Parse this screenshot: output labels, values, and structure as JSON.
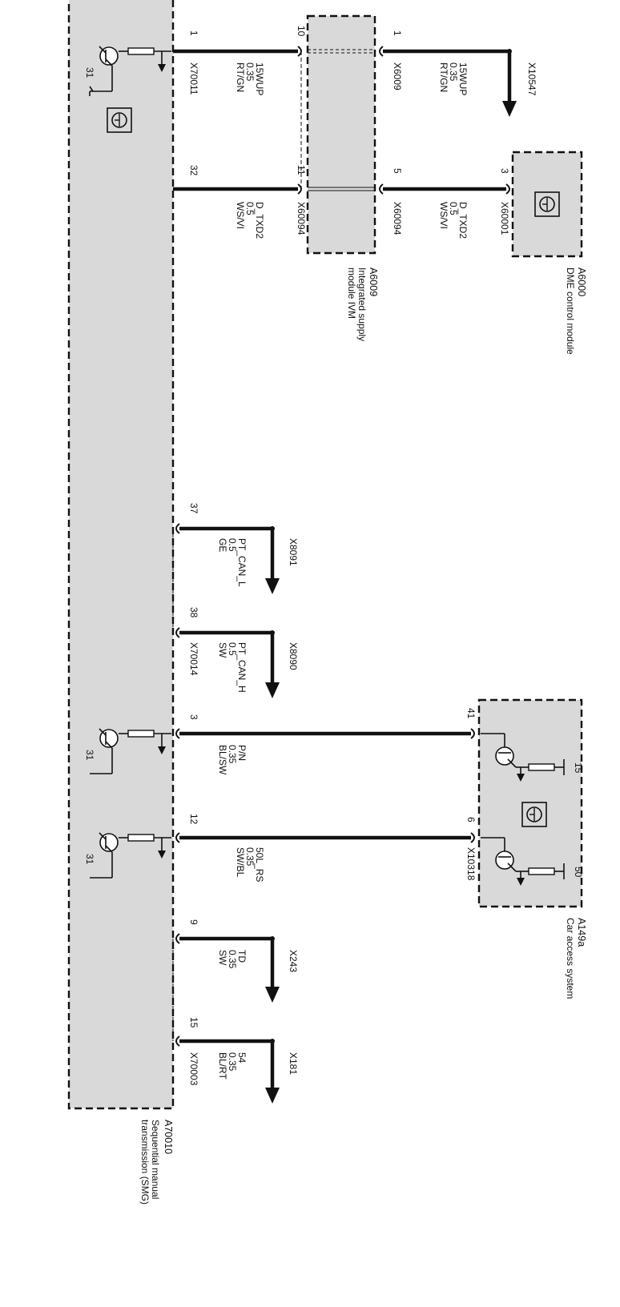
{
  "components": {
    "smg": {
      "code": "A70010",
      "name_lines": [
        "Sequential manual",
        "transmission (SMG)"
      ]
    },
    "ivm": {
      "code": "A6009",
      "name_lines": [
        "Integrated supply",
        "module IVM"
      ]
    },
    "dme": {
      "code": "A6000",
      "name_lines": [
        "DME control module"
      ]
    },
    "cas": {
      "code": "A149a",
      "name_lines": [
        "Car access system"
      ]
    }
  },
  "connectors": {
    "x70011": "X70011",
    "x6009": "X6009",
    "x10547": "X10547",
    "x60094_left": "X60094",
    "x60094_right": "X60094",
    "x60001": "X60001",
    "x8091": "X8091",
    "x8090": "X8090",
    "x70014": "X70014",
    "x10318": "X10318",
    "x243": "X243",
    "x181": "X181",
    "x70003": "X70003"
  },
  "pins": {
    "smg_1": "1",
    "ivm_10": "10",
    "ivm_1": "1",
    "smg_32": "32",
    "ivm_11": "11",
    "ivm_5": "5",
    "dme_3": "3",
    "smg_37": "37",
    "smg_38": "38",
    "smg_3": "3",
    "cas_41": "41",
    "smg_12": "12",
    "cas_6": "6",
    "smg_9": "9",
    "smg_15": "15"
  },
  "wires": {
    "w15wup_a": [
      "15WUP",
      "0.35",
      "RT/GN"
    ],
    "w15wup_b": [
      "15WUP",
      "0.35",
      "RT/GN"
    ],
    "dtxd2_a": [
      "D_TXD2",
      "0.5",
      "WS/VI"
    ],
    "dtxd2_b": [
      "D_TXD2",
      "0.5",
      "WS/VI"
    ],
    "ptcanl": [
      "PT_CAN_L",
      "0.5",
      "GE"
    ],
    "ptcanh": [
      "PT_CAN_H",
      "0.5",
      "SW"
    ],
    "pn": [
      "P/N",
      "0.35",
      "BL/SW"
    ],
    "l50rs": [
      "50L_RS",
      "0.35",
      "SW/BL"
    ],
    "td": [
      "TD",
      "0.35",
      "SW"
    ],
    "t54": [
      "54",
      "0.35",
      "BL/RT"
    ]
  },
  "internal": {
    "ground_1": "31",
    "ground_2": "31",
    "ground_3": "31",
    "cas_t15": "15",
    "cas_t50": "50"
  },
  "colors": {
    "module_fill": "#d9d9d9",
    "line": "#111111",
    "background": "#ffffff"
  }
}
